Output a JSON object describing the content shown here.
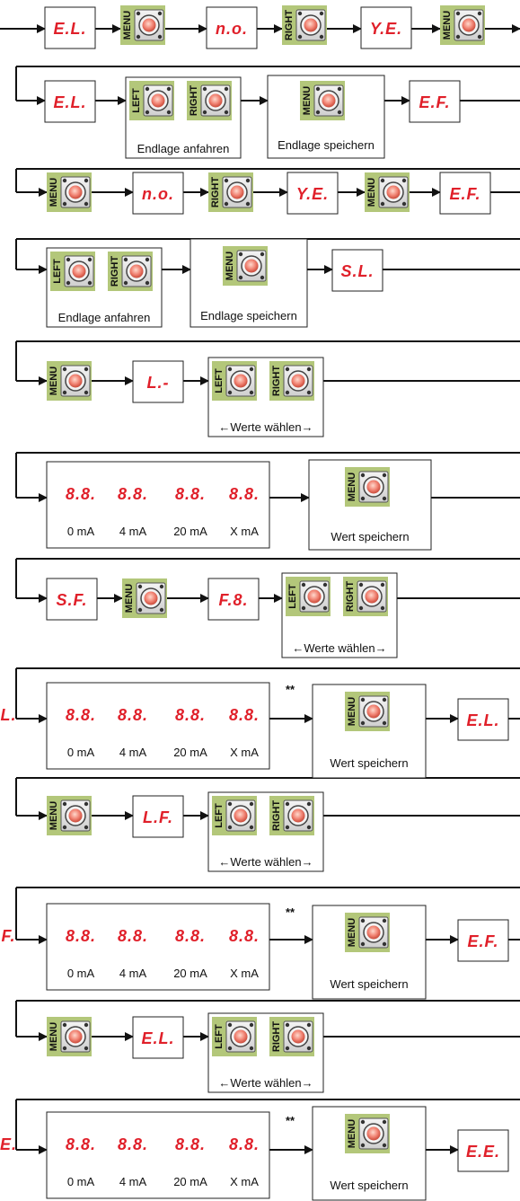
{
  "labels": {
    "menu": "MENU",
    "left": "LEFT",
    "right": "RIGHT",
    "endlage_anfahren": "Endlage anfahren",
    "endlage_speichern": "Endlage speichern",
    "werte_waehlen": "←Werte wählen→",
    "wert_speichern": "Wert speichern",
    "double_star": "**",
    "ma_0": "0 mA",
    "ma_4": "4 mA",
    "ma_20": "20 mA",
    "ma_x": "X mA"
  },
  "displays": {
    "r1": [
      "E.L.",
      "n.o.",
      "Y.E."
    ],
    "r2": [
      "E.L.",
      "E.F."
    ],
    "r3": [
      "n.o.",
      "Y.E.",
      "E.F."
    ],
    "r4": [
      "S.L."
    ],
    "r5": [
      "L.-"
    ],
    "r6": [
      "8.8.",
      "8.8.",
      "8.8.",
      "8.8."
    ],
    "r7": [
      "S.F.",
      "F.8."
    ],
    "r8": [
      "8.8.",
      "8.8.",
      "8.8.",
      "8.8.",
      "E.L."
    ],
    "r9": [
      "L.F."
    ],
    "r10": [
      "8.8.",
      "8.8.",
      "8.8.",
      "8.8.",
      "E.F."
    ],
    "r11": [
      "E.L."
    ],
    "r12": [
      "8.8.",
      "8.8.",
      "8.8.",
      "8.8.",
      "E.E."
    ]
  },
  "colors": {
    "button_bg": "#b3c77a",
    "display_red": "#e0202a",
    "button_led": "#f08070",
    "line": "#111111"
  }
}
